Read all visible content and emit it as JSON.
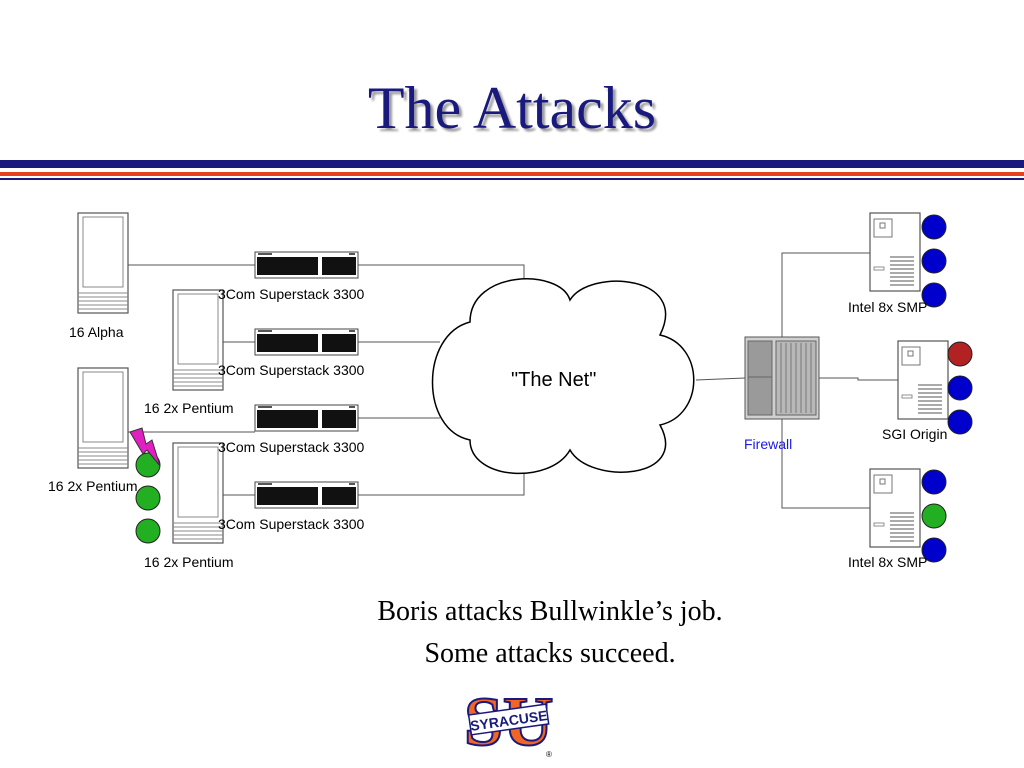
{
  "slide": {
    "title": "The Attacks",
    "caption_line1": "Boris attacks Bullwinkle’s job.",
    "caption_line2": "Some attacks succeed."
  },
  "colors": {
    "title": "#1a1a7e",
    "rule_dark": "#1a1a7e",
    "rule_accent": "#e8401c",
    "node_blue": "#0000cc",
    "node_green": "#22b022",
    "node_red": "#b22222",
    "lightning": "#e020c0",
    "firewall_label": "#1a1ae0"
  },
  "diagram": {
    "cloud_label": "\"The Net\"",
    "firewall_label": "Firewall",
    "switch_labels": [
      "3Com Superstack 3300",
      "3Com Superstack 3300",
      "3Com Superstack 3300",
      "3Com Superstack 3300"
    ],
    "left_clusters": [
      "16 Alpha",
      "16 2x Pentium",
      "16 2x Pentium",
      "16 2x Pentium"
    ],
    "right_servers": [
      {
        "label": "Intel 8x SMP",
        "nodes": [
          "blue",
          "blue",
          "blue"
        ]
      },
      {
        "label": "SGI Origin",
        "nodes": [
          "red",
          "blue",
          "blue"
        ]
      },
      {
        "label": "Intel 8x SMP",
        "nodes": [
          "blue",
          "green",
          "blue"
        ]
      }
    ],
    "attack_nodes": [
      "green",
      "green",
      "green"
    ],
    "attack_icon": "lightning-icon"
  },
  "logo": {
    "letters": "SU",
    "banner": "SYRACUSE",
    "registered": "®"
  }
}
